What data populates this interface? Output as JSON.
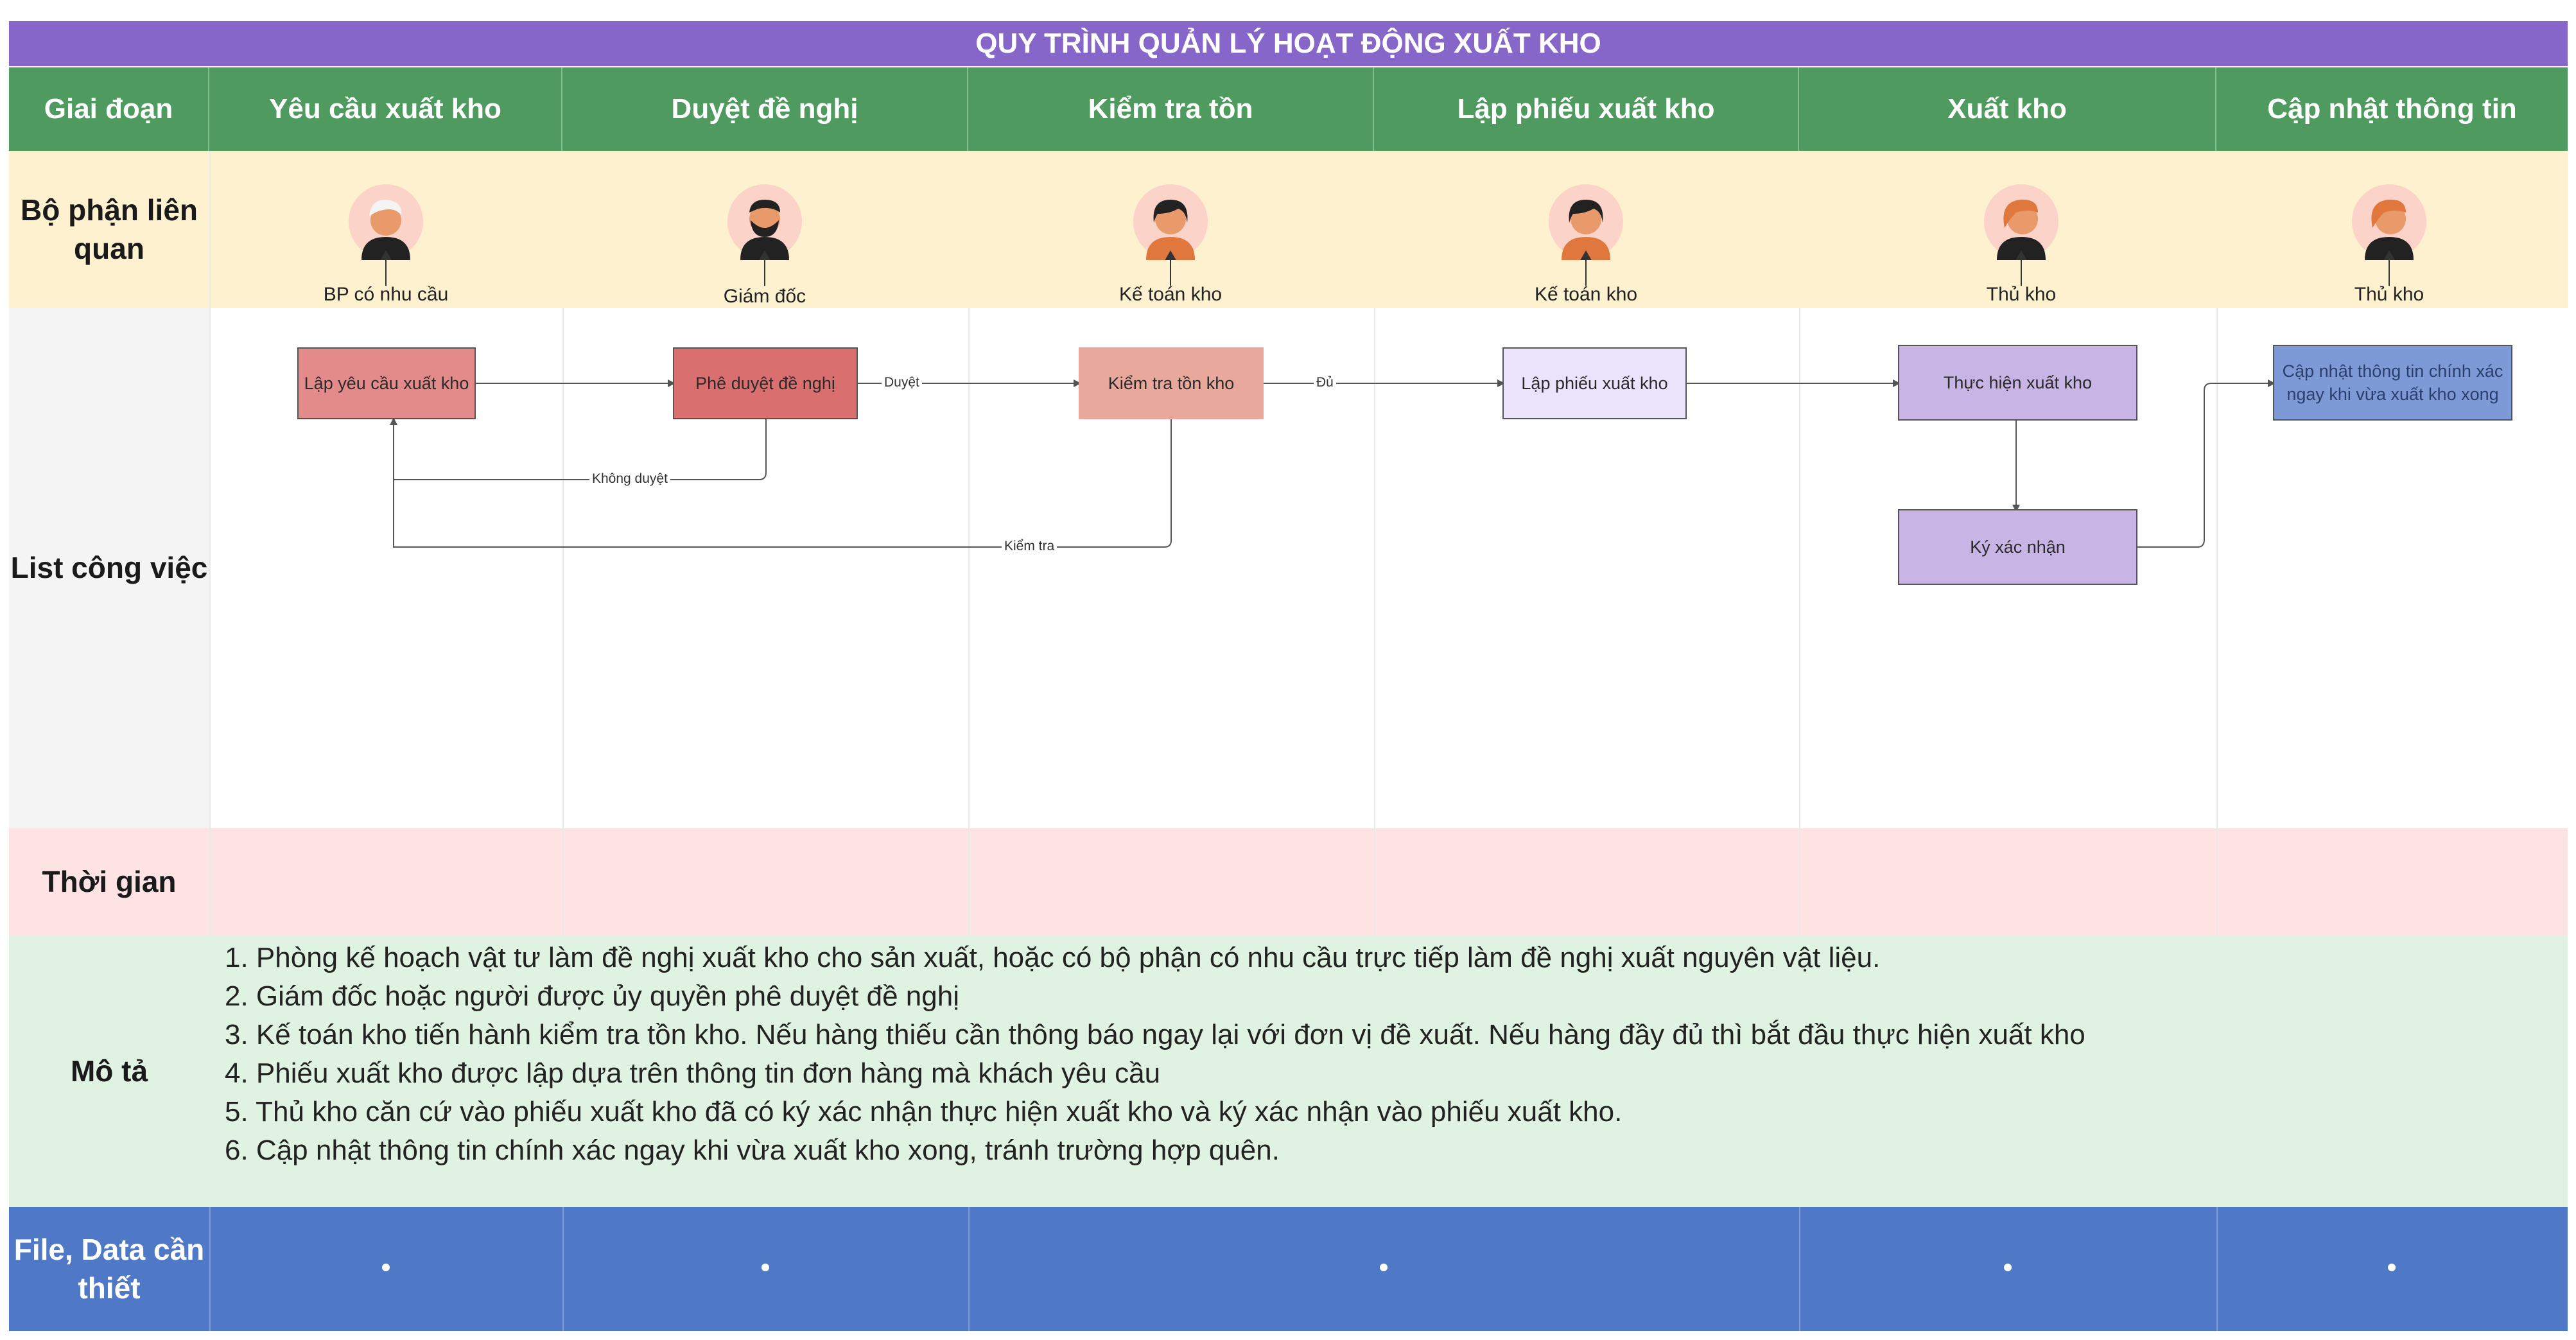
{
  "title": "QUY TRÌNH QUẢN LÝ HOẠT ĐỘNG XUẤT KHO",
  "columns": {
    "stage": "Giai đoạn",
    "c1": "Yêu cầu xuất kho",
    "c2": "Duyệt đề nghị",
    "c3": "Kiểm tra tồn",
    "c4": "Lập phiếu xuất kho",
    "c5": "Xuất kho",
    "c6": "Cập nhật thông tin"
  },
  "rows": {
    "departments": "Bộ phận liên quan",
    "tasks": "List công việc",
    "time": "Thời gian",
    "description": "Mô tả",
    "files": "File, Data cần thiết"
  },
  "roles": {
    "r1": "BP có nhu cầu",
    "r2": "Giám đốc",
    "r3": "Kế toán kho",
    "r4": "Kế toán kho",
    "r5": "Thủ kho",
    "r6": "Thủ kho"
  },
  "tasks": {
    "t1": "Lập yêu cầu xuất kho",
    "t2": "Phê duyệt đề nghị",
    "t3": "Kiểm tra tồn kho",
    "t4": "Lập phiếu xuất kho",
    "t5": "Thực hiện xuất kho",
    "t6": "Ký xác nhận",
    "t7": "Cập nhật thông tin chính xác ngay khi vừa xuất kho xong"
  },
  "edges": {
    "approve": "Duyệt",
    "enough": "Đủ",
    "not_approved": "Không duyệt",
    "check": "Kiểm tra"
  },
  "description_lines": [
    "1. Phòng kế hoạch vật tư làm đề nghị xuất kho cho sản xuất, hoặc có bộ phận có nhu cầu trực tiếp làm đề nghị xuất nguyên vật liệu.",
    "2. Giám đốc hoặc người được ủy quyền phê duyệt đề nghị",
    "3. Kế toán kho tiến hành kiểm tra tồn kho. Nếu hàng thiếu cần thông báo ngay lại với đơn vị đề xuất. Nếu hàng đầy đủ thì bắt đầu thực hiện xuất kho",
    "4. Phiếu xuất kho được lập dựa trên thông tin đơn hàng mà khách yêu cầu",
    "5. Thủ kho căn cứ vào phiếu xuất kho đã có ký xác nhận thực hiện xuất kho và ký xác nhận vào phiếu xuất kho.",
    "6. Cập nhật thông tin chính xác ngay khi vừa xuất kho xong, tránh trường hợp quên."
  ],
  "colors": {
    "title": "#8667c9",
    "header": "#4e9a5f",
    "departments_band": "#fdf1cf",
    "time_band": "#fde3e4",
    "description_band": "#e0f3e2",
    "files_band": "#4f79c6"
  }
}
